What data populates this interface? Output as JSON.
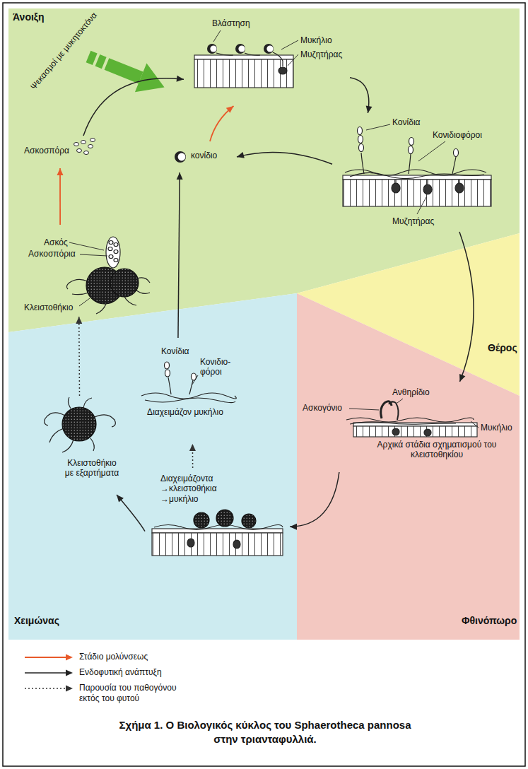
{
  "diagram": {
    "caption": "Σχήμα 1. Ο Βιολογικός κύκλος του Sphaerotheca pannosa στην τριανταφυλλιά.",
    "nodes": [
      {
        "text": [
          "Βλάστηση",
          "Μυκήλιο",
          "Μυζητήρας"
        ]
      },
      {
        "text": [
          "Ασκοσπόρα"
        ]
      },
      {
        "text": [
          "κονίδιο"
        ]
      },
      {
        "text": [
          "Κονίδια",
          "Κονιδιοφόροι",
          "Μυζητήρας"
        ]
      },
      {
        "text": [
          "Ασκός",
          "Ασκοσπόρια",
          "Κλειστοθήκιο"
        ]
      },
      {
        "text": [
          "Κονίδια",
          "Κονιδιο- φόροι",
          "Διαχειμάζον μυκήλιο"
        ]
      },
      {
        "text": [
          "Ασκογόνιο",
          "Ανθηρίδιο",
          "Μυκήλιο",
          "Αρχικά στάδια σχηματισμού του κλειστοθηκίου"
        ]
      },
      {
        "text": [
          "Κλειστοθήκιο με εξαρτήματα"
        ]
      },
      {
        "text": [
          "Διαχειμάζοντα →κλειστοθήκια →μυκήλιο"
        ]
      }
    ],
    "edges": [
      {
        "from": 0,
        "to": 3,
        "arrow": "to"
      },
      {
        "from": 3,
        "to": 2,
        "arrow": "to"
      },
      {
        "from": 2,
        "to": 0,
        "arrow": "to"
      },
      {
        "from": 1,
        "to": 0,
        "arrow": "to"
      },
      {
        "from": 4,
        "to": 1,
        "arrow": "to"
      },
      {
        "from": 3,
        "to": 6,
        "arrow": "to"
      },
      {
        "from": 6,
        "to": 8,
        "arrow": "to"
      },
      {
        "from": 8,
        "to": 7,
        "arrow": "to"
      },
      {
        "from": 8,
        "to": 5,
        "arrow": "to"
      },
      {
        "from": 5,
        "to": 2,
        "arrow": "to"
      },
      {
        "from": 7,
        "to": 4,
        "arrow": "to"
      }
    ],
    "labels": [
      "Άνοιξη",
      "Ψεκασμοί με μυκητοκτόνα",
      "Θέρος",
      "Χειμώνας",
      "Φθινόπωρο"
    ],
    "legend": [
      {
        "text": "Στάδιο μολύνσεως"
      },
      {
        "text": "Ενδοφυτική ανάπτυξη"
      },
      {
        "text": "Παρουσία του παθογόνου εκτός του φυτού"
      }
    ]
  }
}
